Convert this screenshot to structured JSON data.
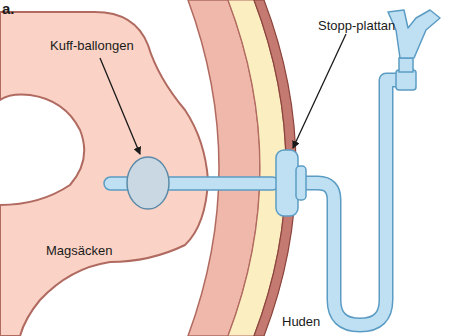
{
  "diagram": {
    "labels": [
      "a.",
      "Kuff-ballongen",
      "Stopp-plattan",
      "Magsäcken",
      "Huden"
    ]
  }
}
